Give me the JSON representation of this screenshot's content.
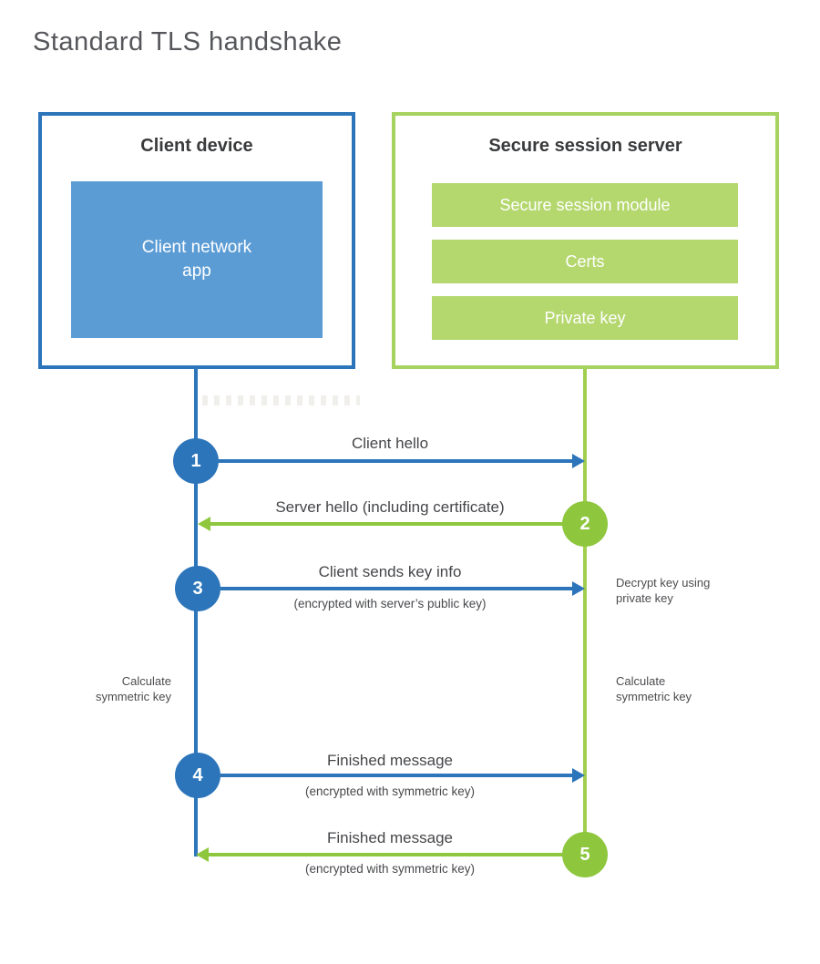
{
  "page": {
    "title": "Standard TLS handshake"
  },
  "client_box": {
    "title": "Client device",
    "app_label": "Client network\napp"
  },
  "server_box": {
    "title": "Secure session server",
    "modules": [
      "Secure session module",
      "Certs",
      "Private key"
    ]
  },
  "steps": [
    {
      "num": "1",
      "label": "Client hello",
      "direction": "client_to_server"
    },
    {
      "num": "2",
      "label": "Server hello (including certificate)",
      "direction": "server_to_client"
    },
    {
      "num": "3",
      "label": "Client sends key info",
      "sub": "(encrypted with server’s public key)",
      "direction": "client_to_server"
    },
    {
      "num": "4",
      "label": "Finished message",
      "sub": "(encrypted with symmetric key)",
      "direction": "client_to_server"
    },
    {
      "num": "5",
      "label": "Finished message",
      "sub": "(encrypted with symmetric key)",
      "direction": "server_to_client"
    }
  ],
  "notes": {
    "decrypt": "Decrypt key using private key",
    "calc_left": "Calculate\nsymmetric key",
    "calc_right": "Calculate\nsymmetric key"
  },
  "colors": {
    "blue": "#2c75ba",
    "blue_fill": "#5b9cd5",
    "green_border": "#a6d35f",
    "green_line": "#a2ce50",
    "green_accent": "#8ec73e",
    "green_fill": "#b4d76e",
    "title_gray": "#56575b",
    "text_dark": "#3a3b3d"
  }
}
